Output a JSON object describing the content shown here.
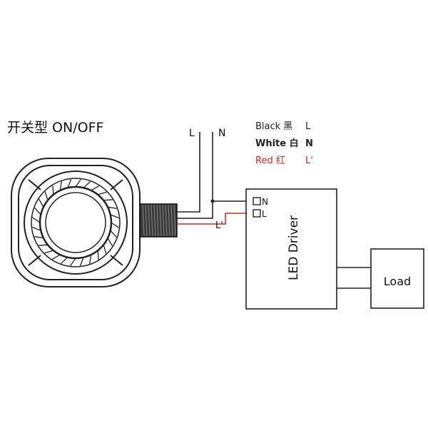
{
  "title": "开关型 ON/OFF",
  "wire_top_labels": {
    "line": "L",
    "neutral": "N"
  },
  "legend": [
    {
      "color_name": "Black 黑",
      "terminal": "L",
      "color": "#222222"
    },
    {
      "color_name": "White 白",
      "terminal": "N",
      "color": "#222222"
    },
    {
      "color_name": "Red 红",
      "terminal": "L'",
      "color": "#d42a2a"
    }
  ],
  "wire_mid_label": "L'",
  "driver": {
    "label": "LED Driver",
    "terminal_n": "N",
    "terminal_l": "L"
  },
  "load": {
    "label": "Load"
  },
  "colors": {
    "stroke": "#222222",
    "red": "#d42a2a"
  }
}
